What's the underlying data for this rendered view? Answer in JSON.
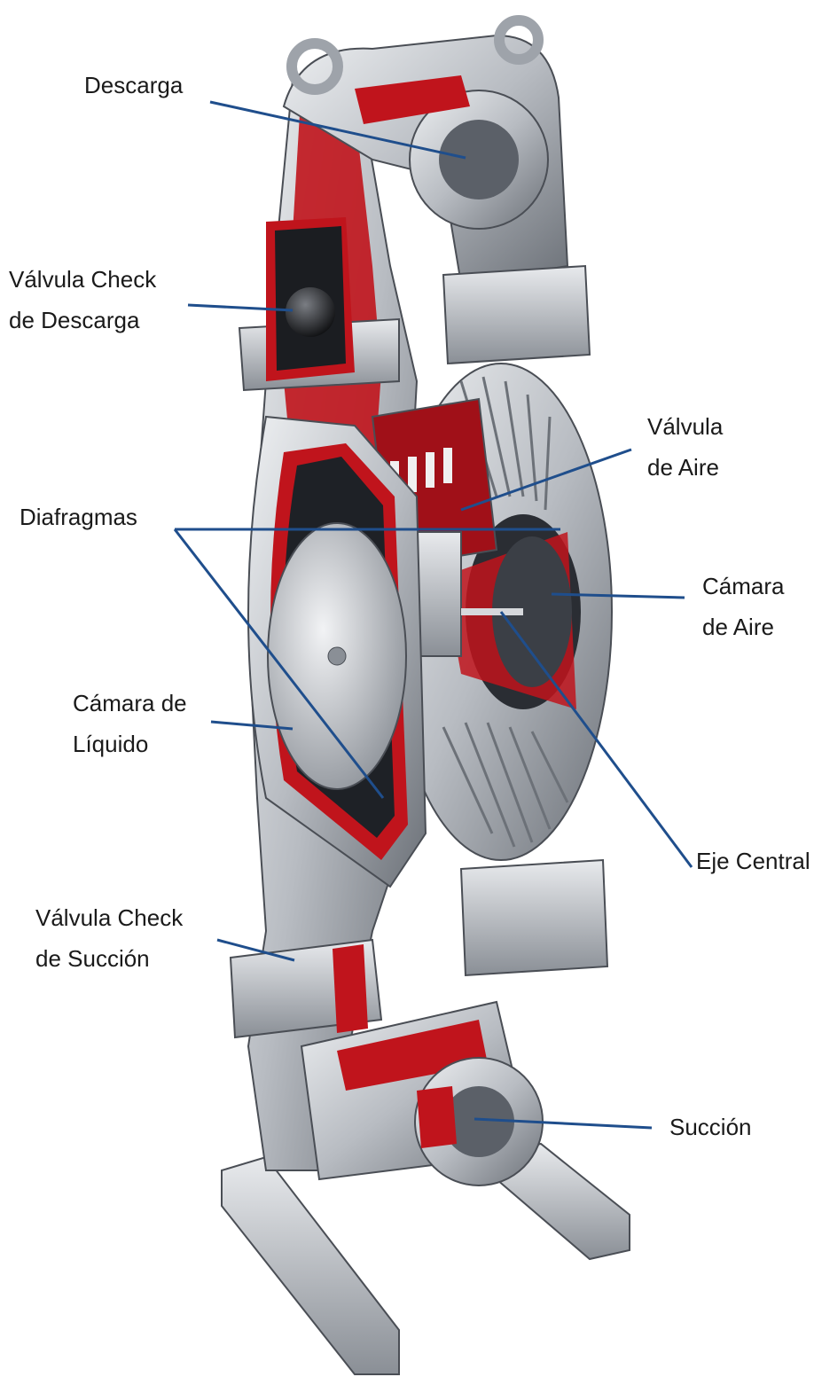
{
  "labels": {
    "descarga": "Descarga",
    "valvula_check_descarga": [
      "Válvula Check",
      "de Descarga"
    ],
    "valvula_aire": [
      "Válvula",
      "de Aire"
    ],
    "diafragmas": "Diafragmas",
    "camara_aire": [
      "Cámara",
      "de Aire"
    ],
    "camara_liquido": [
      "Cámara de",
      "Líquido"
    ],
    "eje_central": "Eje Central",
    "valvula_check_succion": [
      "Válvula Check",
      "de Succión"
    ],
    "succion": "Succión"
  },
  "colors": {
    "leader_line": "#1f4e8c",
    "metal_light": "#d6d8dc",
    "metal_mid": "#9ea3aa",
    "metal_dark": "#5b6068",
    "section_red": "#c0141c",
    "shadow": "#23262b"
  }
}
